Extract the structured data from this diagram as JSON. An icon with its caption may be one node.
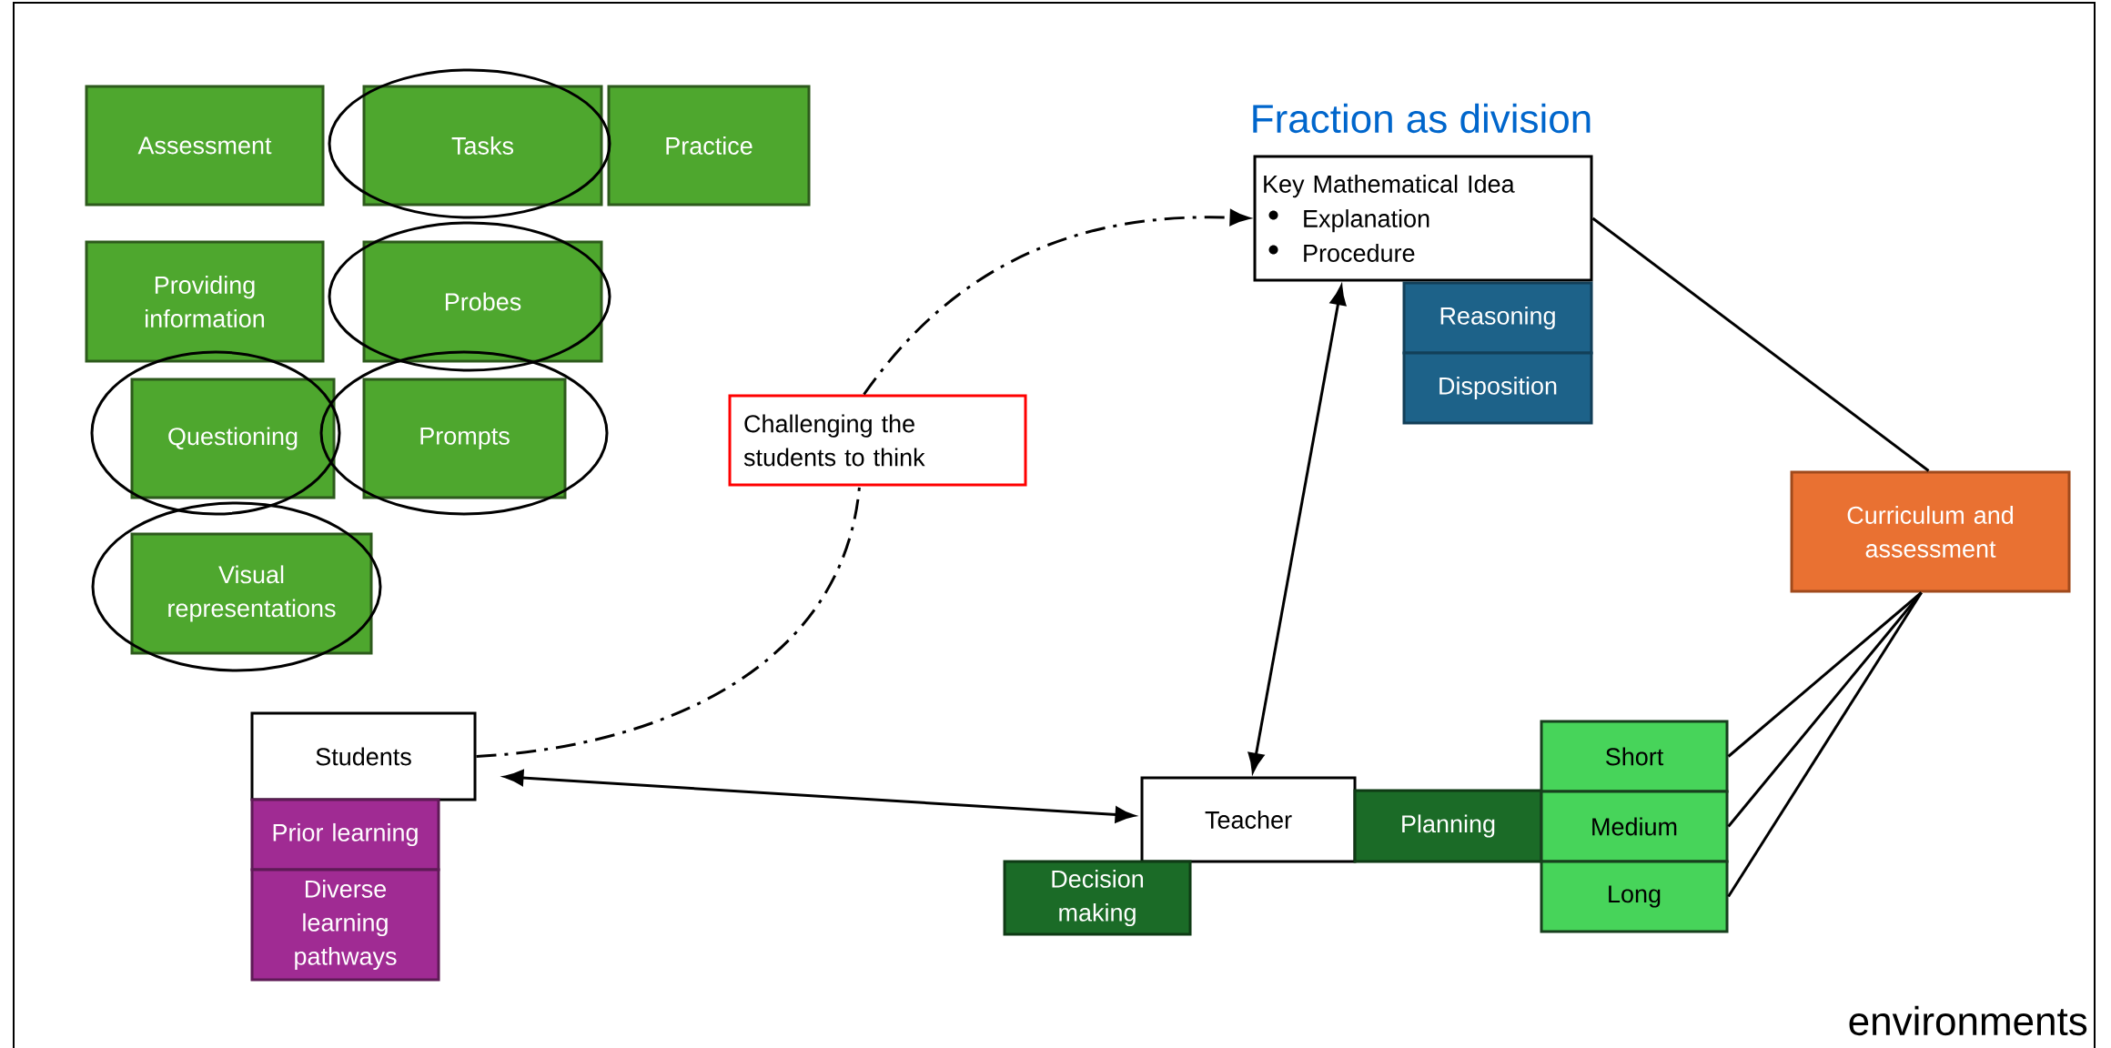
{
  "diagram": {
    "title": "Fraction as division",
    "nodes": [
      {
        "text": [
          "Assessment"
        ]
      },
      {
        "text": [
          "Tasks"
        ]
      },
      {
        "text": [
          "Practice"
        ]
      },
      {
        "text": [
          "Providing information"
        ]
      },
      {
        "text": [
          "Probes"
        ]
      },
      {
        "text": [
          "Questioning"
        ]
      },
      {
        "text": [
          "Prompts"
        ]
      },
      {
        "text": [
          "Visual representations"
        ]
      },
      {
        "text": [
          "Key Mathematical Idea",
          "Explanation",
          "Procedure"
        ]
      },
      {
        "text": [
          "Reasoning"
        ]
      },
      {
        "text": [
          "Disposition"
        ]
      },
      {
        "text": [
          "Challenging the students to think"
        ]
      },
      {
        "text": [
          "Curriculum and assessment"
        ]
      },
      {
        "text": [
          "Students"
        ]
      },
      {
        "text": [
          "Prior learning"
        ]
      },
      {
        "text": [
          "Diverse learning pathways"
        ]
      },
      {
        "text": [
          "Teacher"
        ]
      },
      {
        "text": [
          "Decision making"
        ]
      },
      {
        "text": [
          "Planning"
        ]
      },
      {
        "text": [
          "Short"
        ]
      },
      {
        "text": [
          "Medium"
        ]
      },
      {
        "text": [
          "Long"
        ]
      }
    ],
    "edges": [
      {
        "from": 13,
        "to": 11,
        "arrow": "none",
        "style": "dashed"
      },
      {
        "from": 11,
        "to": 8,
        "arrow": "to",
        "style": "dashed"
      },
      {
        "from": 8,
        "to": 16,
        "arrow": "both"
      },
      {
        "from": 13,
        "to": 16,
        "arrow": "both"
      },
      {
        "from": 8,
        "to": 12,
        "arrow": "none"
      },
      {
        "from": 12,
        "to": 19,
        "arrow": "none"
      },
      {
        "from": 12,
        "to": 20,
        "arrow": "none"
      },
      {
        "from": 12,
        "to": 21,
        "arrow": "none"
      }
    ],
    "labels": [
      "environments"
    ]
  }
}
